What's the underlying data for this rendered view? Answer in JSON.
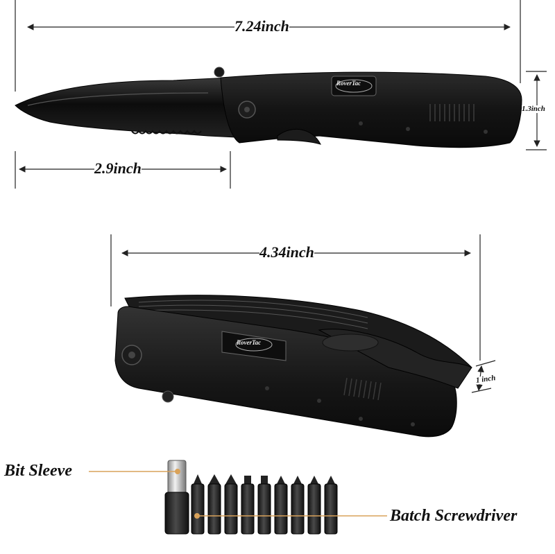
{
  "dimensions": {
    "knife_length": "7.24inch",
    "blade_length": "2.9inch",
    "knife_height": "1.3inch",
    "tool_length": "4.34inch",
    "tool_thickness": "1 inch"
  },
  "brand": "RoverTac",
  "callouts": {
    "bit_sleeve": "Bit Sleeve",
    "batch_screwdriver": "Batch Screwdriver"
  },
  "colors": {
    "product_black": "#151515",
    "callout_line": "#d9a25a",
    "dimension_line": "#222222"
  }
}
